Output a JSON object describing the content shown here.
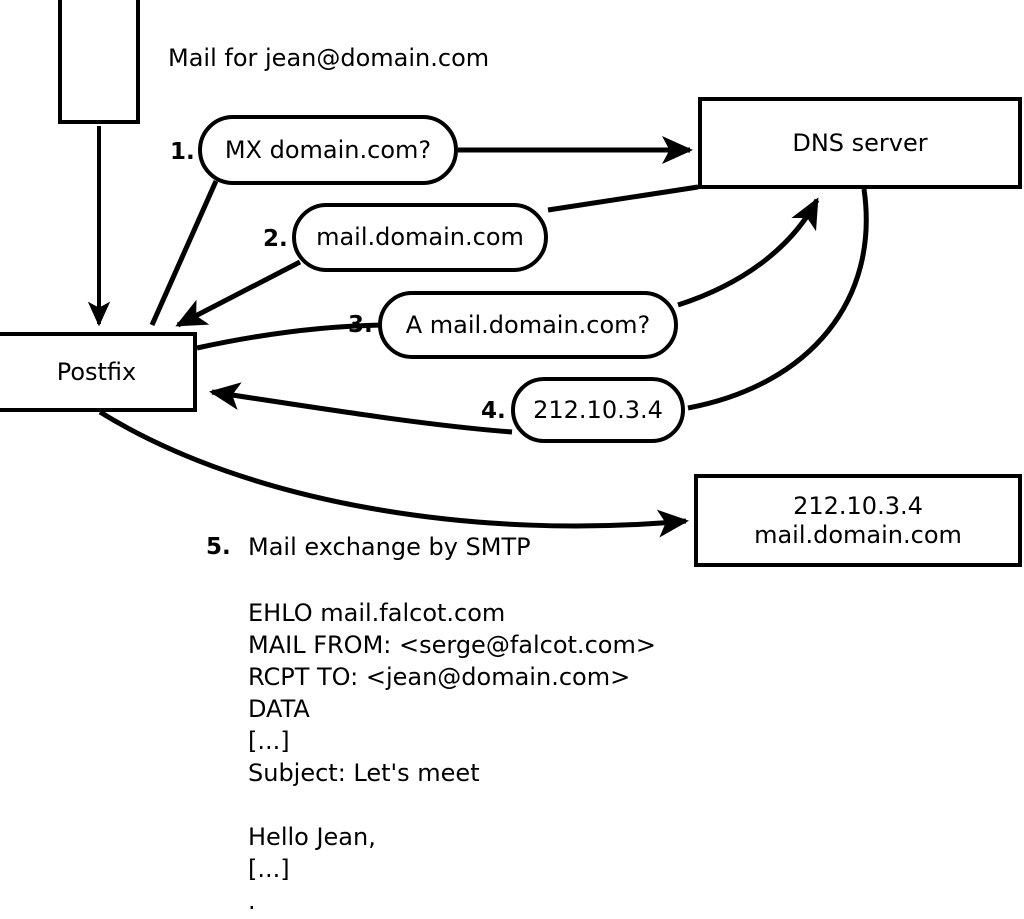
{
  "diagram": {
    "title_text": "Mail for jean@domain.com",
    "stroke_color": "#000000",
    "fill_color": "#ffffff",
    "nodes": [
      {
        "id": "client",
        "label": "",
        "shape": "rect"
      },
      {
        "id": "postfix",
        "label": "Postfix",
        "shape": "rect"
      },
      {
        "id": "dns_server",
        "label": "DNS server",
        "shape": "rect"
      },
      {
        "id": "mail_server",
        "label": "212.10.3.4\nmail.domain.com",
        "shape": "rect"
      }
    ],
    "messages": [
      {
        "step": "1.",
        "label": "MX domain.com?",
        "shape": "pill"
      },
      {
        "step": "2.",
        "label": "mail.domain.com",
        "shape": "pill"
      },
      {
        "step": "3.",
        "label": "A mail.domain.com?",
        "shape": "pill"
      },
      {
        "step": "4.",
        "label": "212.10.3.4",
        "shape": "pill"
      }
    ],
    "step5": {
      "number": "5.",
      "label": "Mail exchange by SMTP"
    },
    "transcript": [
      "EHLO mail.falcot.com",
      "MAIL FROM: <serge@falcot.com>",
      "RCPT TO: <jean@domain.com>",
      "DATA",
      "[...]",
      "Subject: Let's meet",
      "",
      "Hello Jean,",
      "[...]",
      "."
    ]
  }
}
